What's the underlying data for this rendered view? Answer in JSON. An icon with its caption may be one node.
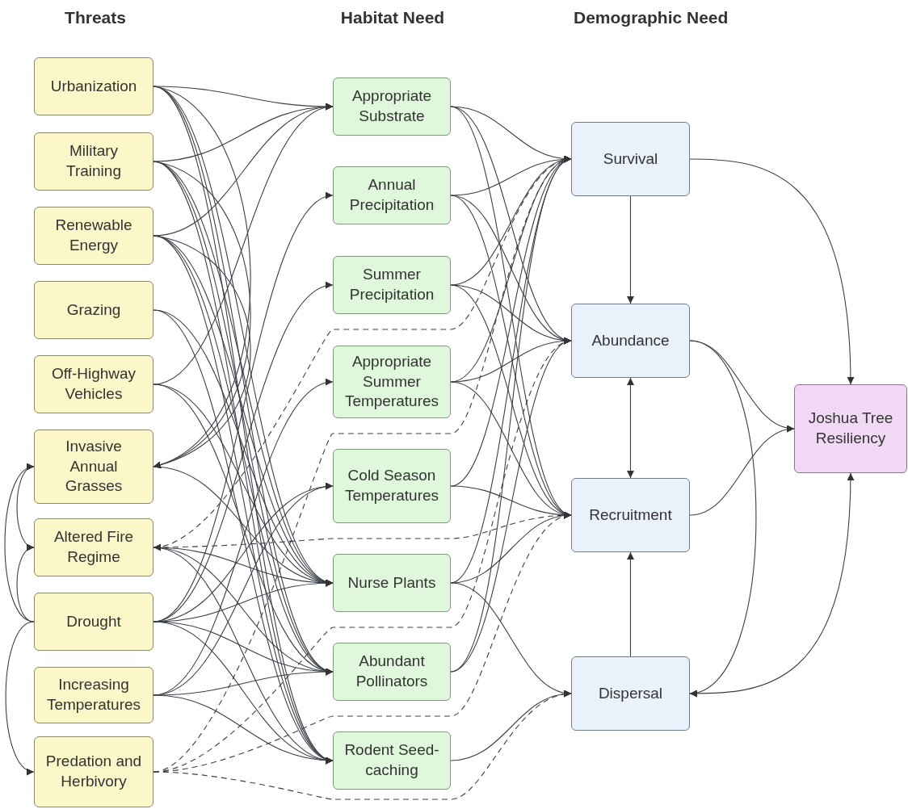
{
  "diagram": {
    "nodes": [
      {
        "text": [
          "Urbanization"
        ]
      },
      {
        "text": [
          "Military Training"
        ]
      },
      {
        "text": [
          "Renewable Energy"
        ]
      },
      {
        "text": [
          "Grazing"
        ]
      },
      {
        "text": [
          "Off-Highway Vehicles"
        ]
      },
      {
        "text": [
          "Invasive Annual Grasses"
        ]
      },
      {
        "text": [
          "Altered Fire Regime"
        ]
      },
      {
        "text": [
          "Drought"
        ]
      },
      {
        "text": [
          "Increasing Temperatures"
        ]
      },
      {
        "text": [
          "Predation and Herbivory"
        ]
      },
      {
        "text": [
          "Appropriate Substrate"
        ]
      },
      {
        "text": [
          "Annual Precipitation"
        ]
      },
      {
        "text": [
          "Summer Precipitation"
        ]
      },
      {
        "text": [
          "Appropriate Summer Temperatures"
        ]
      },
      {
        "text": [
          "Cold Season Temperatures"
        ]
      },
      {
        "text": [
          "Nurse Plants"
        ]
      },
      {
        "text": [
          "Abundant Pollinators"
        ]
      },
      {
        "text": [
          "Rodent Seed-caching"
        ]
      },
      {
        "text": [
          "Survival"
        ]
      },
      {
        "text": [
          "Abundance"
        ]
      },
      {
        "text": [
          "Recruitment"
        ]
      },
      {
        "text": [
          "Dispersal"
        ]
      },
      {
        "text": [
          "Joshua Tree Resiliency"
        ]
      }
    ],
    "edges": [
      {
        "from": 0,
        "to": 10,
        "arrow": "to"
      },
      {
        "from": 0,
        "to": 5,
        "arrow": "to"
      },
      {
        "from": 0,
        "to": 15,
        "arrow": "to"
      },
      {
        "from": 0,
        "to": 16,
        "arrow": "to"
      },
      {
        "from": 0,
        "to": 17,
        "arrow": "to"
      },
      {
        "from": 1,
        "to": 10,
        "arrow": "to"
      },
      {
        "from": 1,
        "to": 5,
        "arrow": "to"
      },
      {
        "from": 1,
        "to": 15,
        "arrow": "to"
      },
      {
        "from": 1,
        "to": 16,
        "arrow": "to"
      },
      {
        "from": 1,
        "to": 17,
        "arrow": "to"
      },
      {
        "from": 2,
        "to": 10,
        "arrow": "to"
      },
      {
        "from": 2,
        "to": 5,
        "arrow": "to"
      },
      {
        "from": 2,
        "to": 15,
        "arrow": "to"
      },
      {
        "from": 2,
        "to": 16,
        "arrow": "to"
      },
      {
        "from": 2,
        "to": 17,
        "arrow": "to"
      },
      {
        "from": 3,
        "to": 15,
        "arrow": "to"
      },
      {
        "from": 3,
        "to": 17,
        "arrow": "to"
      },
      {
        "from": 4,
        "to": 10,
        "arrow": "to"
      },
      {
        "from": 4,
        "to": 15,
        "arrow": "to"
      },
      {
        "from": 4,
        "to": 16,
        "arrow": "to"
      },
      {
        "from": 5,
        "to": 15,
        "arrow": "to"
      },
      {
        "from": 5,
        "to": 6,
        "arrow": "both"
      },
      {
        "from": 6,
        "to": 15,
        "arrow": "to"
      },
      {
        "from": 6,
        "to": 16,
        "arrow": "to"
      },
      {
        "from": 6,
        "to": 17,
        "arrow": "to"
      },
      {
        "from": 6,
        "to": 18,
        "arrow": "to",
        "style": "dashed"
      },
      {
        "from": 6,
        "to": 20,
        "arrow": "both",
        "style": "dashed"
      },
      {
        "from": 7,
        "to": 6,
        "arrow": "to"
      },
      {
        "from": 7,
        "to": 9,
        "arrow": "to"
      },
      {
        "from": 7,
        "to": 5,
        "arrow": "to"
      },
      {
        "from": 7,
        "to": 11,
        "arrow": "to"
      },
      {
        "from": 7,
        "to": 12,
        "arrow": "to"
      },
      {
        "from": 7,
        "to": 14,
        "arrow": "to"
      },
      {
        "from": 7,
        "to": 15,
        "arrow": "to"
      },
      {
        "from": 7,
        "to": 16,
        "arrow": "to"
      },
      {
        "from": 7,
        "to": 17,
        "arrow": "to"
      },
      {
        "from": 8,
        "to": 13,
        "arrow": "to"
      },
      {
        "from": 8,
        "to": 14,
        "arrow": "to"
      },
      {
        "from": 8,
        "to": 16,
        "arrow": "to"
      },
      {
        "from": 8,
        "to": 17,
        "arrow": "to"
      },
      {
        "from": 9,
        "to": 18,
        "arrow": "to",
        "style": "dashed"
      },
      {
        "from": 9,
        "to": 19,
        "arrow": "to",
        "style": "dashed"
      },
      {
        "from": 9,
        "to": 20,
        "arrow": "to",
        "style": "dashed"
      },
      {
        "from": 9,
        "to": 21,
        "arrow": "to",
        "style": "dashed"
      },
      {
        "from": 10,
        "to": 18,
        "arrow": "to"
      },
      {
        "from": 10,
        "to": 19,
        "arrow": "to"
      },
      {
        "from": 10,
        "to": 20,
        "arrow": "to"
      },
      {
        "from": 11,
        "to": 18,
        "arrow": "to"
      },
      {
        "from": 11,
        "to": 19,
        "arrow": "to"
      },
      {
        "from": 11,
        "to": 20,
        "arrow": "to"
      },
      {
        "from": 12,
        "to": 18,
        "arrow": "to"
      },
      {
        "from": 12,
        "to": 19,
        "arrow": "to"
      },
      {
        "from": 12,
        "to": 20,
        "arrow": "to"
      },
      {
        "from": 13,
        "to": 18,
        "arrow": "to"
      },
      {
        "from": 13,
        "to": 19,
        "arrow": "to"
      },
      {
        "from": 13,
        "to": 20,
        "arrow": "to"
      },
      {
        "from": 14,
        "to": 18,
        "arrow": "to"
      },
      {
        "from": 14,
        "to": 20,
        "arrow": "to"
      },
      {
        "from": 15,
        "to": 18,
        "arrow": "to"
      },
      {
        "from": 15,
        "to": 20,
        "arrow": "to"
      },
      {
        "from": 15,
        "to": 21,
        "arrow": "to"
      },
      {
        "from": 16,
        "to": 18,
        "arrow": "to"
      },
      {
        "from": 16,
        "to": 19,
        "arrow": "to"
      },
      {
        "from": 17,
        "to": 21,
        "arrow": "to"
      },
      {
        "from": 18,
        "to": 19,
        "arrow": "to"
      },
      {
        "from": 19,
        "to": 20,
        "arrow": "both"
      },
      {
        "from": 21,
        "to": 20,
        "arrow": "to"
      },
      {
        "from": 19,
        "to": 21,
        "arrow": "to"
      },
      {
        "from": 18,
        "to": 22,
        "arrow": "to"
      },
      {
        "from": 19,
        "to": 22,
        "arrow": "to"
      },
      {
        "from": 20,
        "to": 22,
        "arrow": "to"
      },
      {
        "from": 21,
        "to": 22,
        "arrow": "both"
      }
    ],
    "labels": [
      "Threats",
      "Habitat Need",
      "Demographic Need"
    ]
  }
}
